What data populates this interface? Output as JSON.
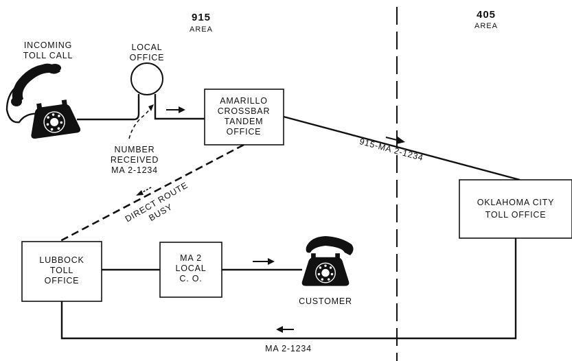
{
  "areas": {
    "left": {
      "number": "915",
      "label": "AREA"
    },
    "right": {
      "number": "405",
      "label": "AREA"
    }
  },
  "labels": {
    "incoming_line1": "INCOMING",
    "incoming_line2": "TOLL CALL",
    "local_office_line1": "LOCAL",
    "local_office_line2": "OFFICE",
    "number_received_line1": "NUMBER",
    "number_received_line2": "RECEIVED",
    "number_received_line3": "MA 2-1234",
    "trunk_to_okc": "915-MA 2-1234",
    "direct_route_line1": "DIRECT ROUTE",
    "direct_route_line2": "BUSY",
    "bottom_route": "MA 2-1234",
    "customer": "CUSTOMER"
  },
  "boxes": {
    "amarillo": [
      "AMARILLO",
      "CROSSBAR",
      "TANDEM",
      "OFFICE"
    ],
    "oklahoma": [
      "OKLAHOMA CITY",
      "TOLL OFFICE"
    ],
    "lubbock": [
      "LUBBOCK",
      "TOLL",
      "OFFICE"
    ],
    "ma2": [
      "MA 2",
      "LOCAL",
      "C. O."
    ]
  },
  "icons": [
    "telephone-icon",
    "local-office-circle-icon",
    "arrow-icon"
  ]
}
